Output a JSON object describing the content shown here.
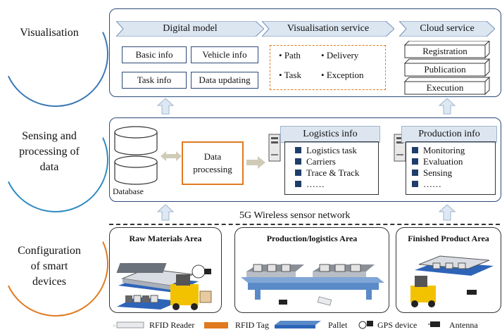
{
  "layers": {
    "visualisation": "Visualisation",
    "sensing_line1": "Sensing and",
    "sensing_line2": "processing of",
    "sensing_line3": "data",
    "config_line1": "Configuration",
    "config_line2": "of smart",
    "config_line3": "devices"
  },
  "visualisation_layer": {
    "digital_model": {
      "title": "Digital model",
      "items": [
        "Basic info",
        "Vehicle info",
        "Task info",
        "Data updating"
      ]
    },
    "visualisation_service": {
      "title": "Visualisation service",
      "items": [
        "Path",
        "Delivery",
        "Task",
        "Exception"
      ]
    },
    "cloud_service": {
      "title": "Cloud service",
      "items": [
        "Registration",
        "Publication",
        "Execution"
      ]
    }
  },
  "processing_layer": {
    "database": "Database",
    "data_processing_line1": "Data",
    "data_processing_line2": "processing",
    "logistics_info": {
      "title": "Logistics info",
      "items": [
        "Logistics task",
        "Carriers",
        "Trace & Track",
        "……"
      ]
    },
    "production_info": {
      "title": "Production info",
      "items": [
        "Monitoring",
        "Evaluation",
        "Sensing",
        "……"
      ]
    }
  },
  "network_label": "5G Wireless sensor network",
  "areas": {
    "raw": "Raw Materials Area",
    "production": "Production/logistics Area",
    "finished": "Finished Product Area"
  },
  "legend": [
    "RFID Reader",
    "RFID Tag",
    "Pallet",
    "GPS device",
    "Antenna"
  ],
  "colors": {
    "accent_orange": "#e07a20",
    "panel_border": "#2c4a77",
    "chevron_fill": "#dce6f1",
    "arrow_fill": "#dde8f3"
  }
}
